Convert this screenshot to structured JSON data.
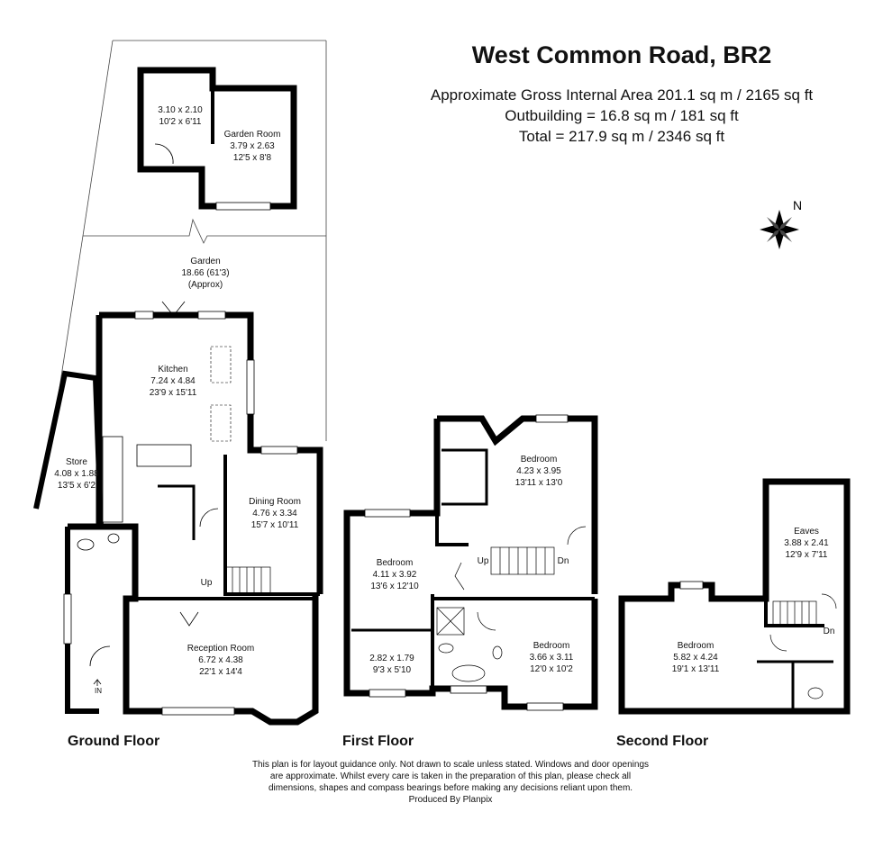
{
  "header": {
    "title": "West Common Road, BR2",
    "area_lines": [
      "Approximate Gross Internal Area 201.1 sq m / 2165 sq ft",
      "Outbuilding = 16.8 sq m / 181 sq ft",
      "Total = 217.9 sq m / 2346 sq ft"
    ]
  },
  "compass": {
    "label": "N"
  },
  "floors": {
    "ground": "Ground Floor",
    "first": "First Floor",
    "second": "Second Floor"
  },
  "rooms": {
    "outbuilding_store": [
      "3.10 x 2.10",
      "10'2 x 6'11"
    ],
    "garden_room": [
      "Garden Room",
      "3.79 x 2.63",
      "12'5 x 8'8"
    ],
    "garden": [
      "Garden",
      "18.66 (61'3)",
      "(Approx)"
    ],
    "kitchen": [
      "Kitchen",
      "7.24 x 4.84",
      "23'9 x 15'11"
    ],
    "store": [
      "Store",
      "4.08 x 1.88",
      "13'5 x 6'2"
    ],
    "dining": [
      "Dining Room",
      "4.76 x 3.34",
      "15'7 x 10'11"
    ],
    "reception": [
      "Reception Room",
      "6.72 x 4.38",
      "22'1 x 14'4"
    ],
    "bedroom_ff_top": [
      "Bedroom",
      "4.23 x 3.95",
      "13'11 x 13'0"
    ],
    "bedroom_ff_left": [
      "Bedroom",
      "4.11 x 3.92",
      "13'6 x 12'10"
    ],
    "bedroom_ff_small": [
      "2.82 x 1.79",
      "9'3 x 5'10"
    ],
    "bedroom_ff_right": [
      "Bedroom",
      "3.66 x 3.11",
      "12'0 x 10'2"
    ],
    "eaves": [
      "Eaves",
      "3.88 x 2.41",
      "12'9 x 7'11"
    ],
    "bedroom_sf": [
      "Bedroom",
      "5.82 x 4.24",
      "19'1 x 13'11"
    ]
  },
  "stair_labels": {
    "ground_up": "Up",
    "first_up": "Up",
    "first_dn": "Dn",
    "second_dn": "Dn",
    "entrance": "IN"
  },
  "disclaimer": [
    "This plan is for layout guidance only. Not drawn to scale unless stated. Windows and door openings",
    "are approximate. Whilst every care is taken in the preparation of this plan, please check all",
    "dimensions, shapes and compass bearings before making any decisions reliant upon them.",
    "Produced By Planpix"
  ]
}
